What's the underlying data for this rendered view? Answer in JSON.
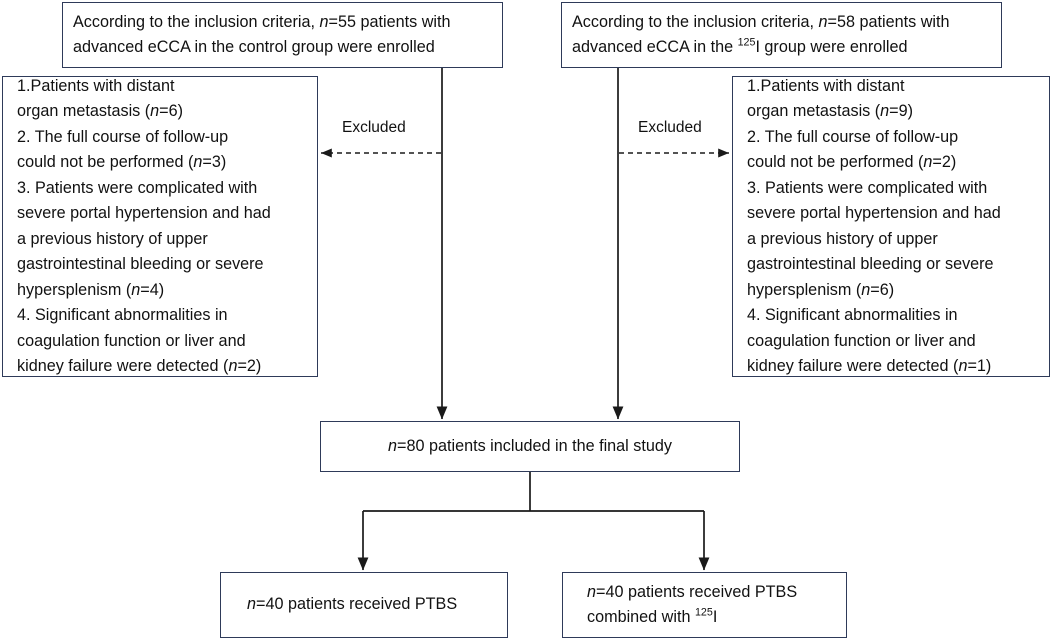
{
  "diagram": {
    "title": "Patient enrollment and exclusion flow diagram",
    "type": "flowchart",
    "colors": {
      "box_border": "#2e3a59",
      "connector": "#1a1a1a",
      "text": "#111111",
      "background": "#ffffff"
    }
  },
  "nodes": {
    "enroll_control": {
      "id": "enroll-control",
      "line1_a": "According to the inclusion criteria, ",
      "line1_n": "n",
      "line1_b": "=55 patients with",
      "line2": "advanced eCCA in the control group were enrolled",
      "count": 55,
      "group": "control"
    },
    "enroll_seed": {
      "id": "enroll-seed",
      "line1_a": "According to the inclusion criteria, ",
      "line1_n": "n",
      "line1_b": "=58 patients with",
      "line2_a": "advanced eCCA in the ",
      "line2_sup": "125",
      "line2_b": "I group were enrolled",
      "count": 58,
      "group": "125I"
    },
    "excl_control": {
      "id": "excluded-control",
      "items": [
        {
          "index": "1.",
          "lines": [
            "Patients with distant",
            "organ metastasis ("
          ],
          "n_label": "n",
          "n_value": "=6)"
        },
        {
          "index": "2. ",
          "lines": [
            "The full course of follow-up",
            "could not be performed ("
          ],
          "n_label": "n",
          "n_value": "=3)"
        },
        {
          "index": "3. ",
          "lines": [
            "Patients were complicated with",
            "severe portal hypertension and had",
            "a previous history of upper",
            "gastrointestinal bleeding or severe",
            "hypersplenism ("
          ],
          "n_label": "n",
          "n_value": "=4)"
        },
        {
          "index": "4. ",
          "lines": [
            "Significant abnormalities in",
            "coagulation function or liver and",
            "kidney failure were detected ("
          ],
          "n_label": "n",
          "n_value": "=2)"
        }
      ]
    },
    "excl_seed": {
      "id": "excluded-seed",
      "items": [
        {
          "index": "1.",
          "lines": [
            "Patients with distant",
            "organ metastasis ("
          ],
          "n_label": "n",
          "n_value": "=9)"
        },
        {
          "index": "2. ",
          "lines": [
            "The full course of follow-up",
            "could not be performed ("
          ],
          "n_label": "n",
          "n_value": "=2)"
        },
        {
          "index": "3. ",
          "lines": [
            "Patients were complicated with",
            "severe portal hypertension and had",
            "a previous history of upper",
            "gastrointestinal bleeding or severe",
            "hypersplenism ("
          ],
          "n_label": "n",
          "n_value": "=6)"
        },
        {
          "index": "4. ",
          "lines": [
            "Significant abnormalities in",
            "coagulation function or liver and",
            "kidney failure were detected ("
          ],
          "n_label": "n",
          "n_value": "=1)"
        }
      ]
    },
    "final_study": {
      "id": "final-study",
      "n_label": "n",
      "text": "=80 patients included in the final study",
      "count": 80
    },
    "arm_ptbs": {
      "id": "arm-ptbs",
      "n_label": "n",
      "text": "=40 patients received PTBS",
      "count": 40
    },
    "arm_ptbs_seed": {
      "id": "arm-ptbs-125i",
      "n_label": "n",
      "line1": "=40 patients received PTBS",
      "line2_a": "combined with ",
      "line2_sup": "125",
      "line2_b": "I",
      "count": 40
    }
  },
  "edges": {
    "excluded_left_label": "Excluded",
    "excluded_right_label": "Excluded"
  }
}
